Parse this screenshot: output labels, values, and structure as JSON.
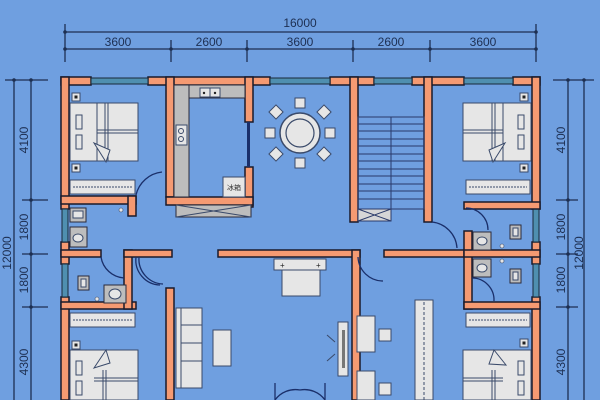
{
  "plan": {
    "background": "#6f9fe0",
    "wall_color": "#f59a72",
    "window_color": "#4f8fb0",
    "furniture_color": "#e6e6e6"
  },
  "dimensions": {
    "top": {
      "total": "16000",
      "segments": [
        "3600",
        "2600",
        "3600",
        "2600",
        "3600"
      ]
    },
    "left": {
      "total": "12000",
      "segments": [
        "4100",
        "1800",
        "1800",
        "4300"
      ]
    },
    "right": {
      "total": "12000",
      "segments": [
        "4100",
        "1800",
        "1800",
        "4300"
      ]
    }
  },
  "rooms": {
    "kitchen": {
      "fridge_label": "冰箱"
    }
  }
}
